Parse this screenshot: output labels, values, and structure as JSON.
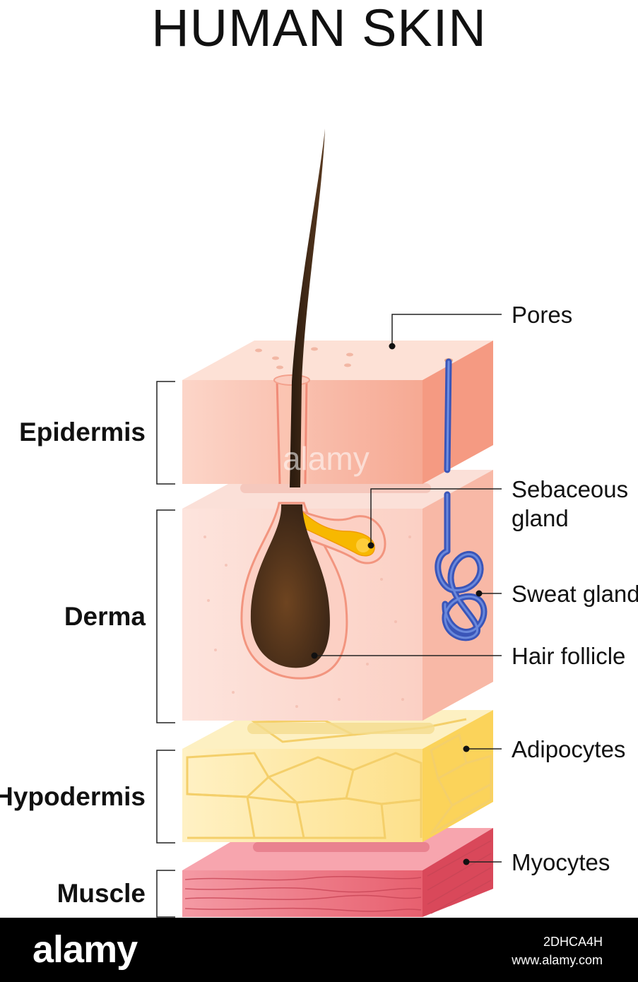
{
  "title": "HUMAN SKIN",
  "layers": {
    "epidermis": "Epidermis",
    "derma": "Derma",
    "hypodermis": "Hypodermis",
    "muscle": "Muscle"
  },
  "parts": {
    "pores": "Pores",
    "sebaceous_line1": "Sebaceous",
    "sebaceous_line2": "gland",
    "sweat_gland": "Sweat gland",
    "hair_follicle": "Hair follicle",
    "adipocytes": "Adipocytes",
    "myocytes": "Myocytes"
  },
  "watermark": "alamy",
  "footer": {
    "logo": "alamy",
    "image_id": "2DHCA4H",
    "url": "www.alamy.com"
  },
  "colors": {
    "epidermis": "#f7b8a6",
    "derma": "#fbd9d1",
    "hypodermis": "#fde9a6",
    "muscle": "#ee7e8c",
    "hair": "#3a2516",
    "sweat_duct": "#4a68c8",
    "sebum": "#f5b400"
  }
}
